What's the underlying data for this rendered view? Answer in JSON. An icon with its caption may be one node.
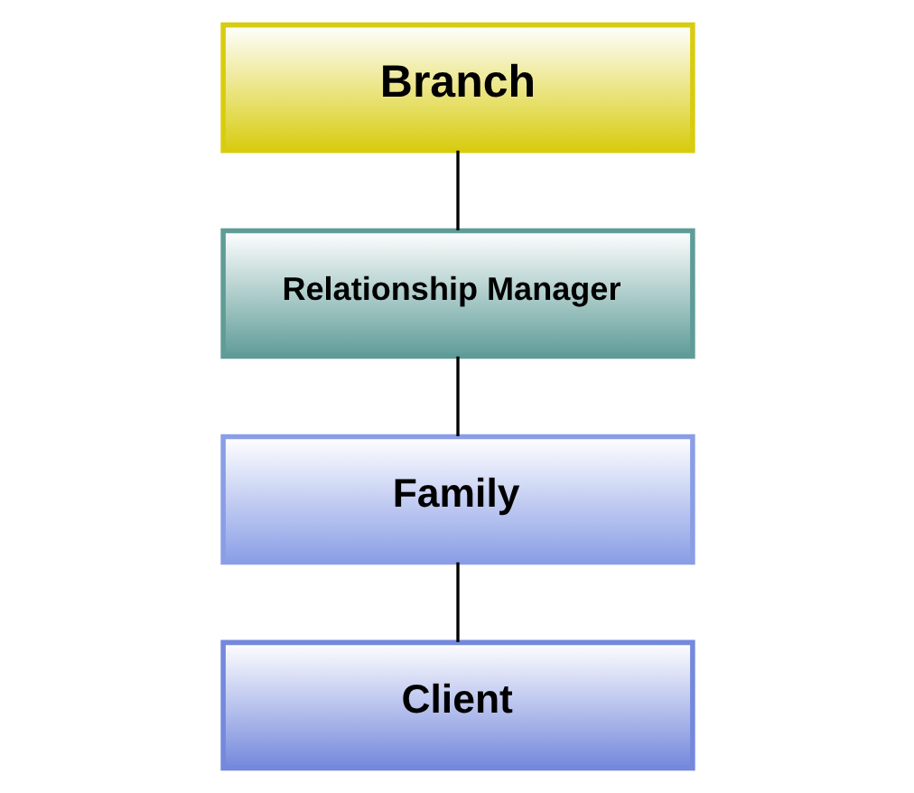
{
  "diagram": {
    "nodes": [
      {
        "text": [
          "Branch"
        ]
      },
      {
        "text": [
          "Relationship Manager"
        ]
      },
      {
        "text": [
          "Family"
        ]
      },
      {
        "text": [
          "Client"
        ]
      }
    ],
    "edges": [
      {
        "from": 0,
        "to": 1,
        "arrow": "none"
      },
      {
        "from": 1,
        "to": 2,
        "arrow": "none"
      },
      {
        "from": 2,
        "to": 3,
        "arrow": "none"
      }
    ]
  }
}
